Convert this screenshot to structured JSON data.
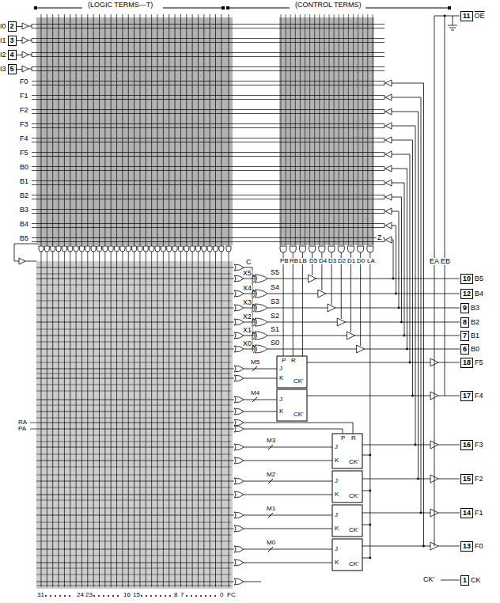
{
  "diagram": {
    "nodes": [
      {
        "text": [
          "11",
          "OE"
        ]
      },
      {
        "text": [
          "I0",
          "2"
        ]
      },
      {
        "text": [
          "I1",
          "3"
        ]
      },
      {
        "text": [
          "I2",
          "4"
        ]
      },
      {
        "text": [
          "I3",
          "5"
        ]
      },
      {
        "text": [
          "10",
          "B5"
        ]
      },
      {
        "text": [
          "12",
          "B4"
        ]
      },
      {
        "text": [
          "9",
          "B3"
        ]
      },
      {
        "text": [
          "8",
          "B2"
        ]
      },
      {
        "text": [
          "7",
          "B1"
        ]
      },
      {
        "text": [
          "6",
          "B0"
        ]
      },
      {
        "text": [
          "18",
          "F5"
        ]
      },
      {
        "text": [
          "17",
          "F4"
        ]
      },
      {
        "text": [
          "16",
          "F3"
        ]
      },
      {
        "text": [
          "15",
          "F2"
        ]
      },
      {
        "text": [
          "14",
          "F1"
        ]
      },
      {
        "text": [
          "13",
          "F0"
        ]
      },
      {
        "text": [
          "1",
          "CK"
        ]
      }
    ],
    "labels": [
      "(LOGIC TERMS—T)",
      "(CONTROL TERMS)",
      "F0",
      "F1",
      "F2",
      "F3",
      "F4",
      "F5",
      "B0",
      "B1",
      "B2",
      "B3",
      "B4",
      "B5",
      "C",
      "X5",
      "S5",
      "X4",
      "S4",
      "X3",
      "S3",
      "X2",
      "S2",
      "X1",
      "S1",
      "X0",
      "S0",
      "PB",
      "RB",
      "LB",
      "D5",
      "D4",
      "D3",
      "D2",
      "D1",
      "D0",
      "LA",
      "EA",
      "EB",
      "Z",
      "M5",
      "M4",
      "M3",
      "M2",
      "M1",
      "M0",
      "P",
      "R",
      "J",
      "K",
      "CK'",
      "J",
      "K",
      "CK'",
      "P",
      "R",
      "J",
      "K",
      "CK'",
      "J",
      "K",
      "CK'",
      "J",
      "K",
      "CK'",
      "J",
      "K",
      "CK'",
      "RA",
      "PA",
      "CK'",
      "31",
      "24",
      "23",
      "16",
      "15",
      "8",
      "7",
      "0",
      "FC"
    ]
  }
}
